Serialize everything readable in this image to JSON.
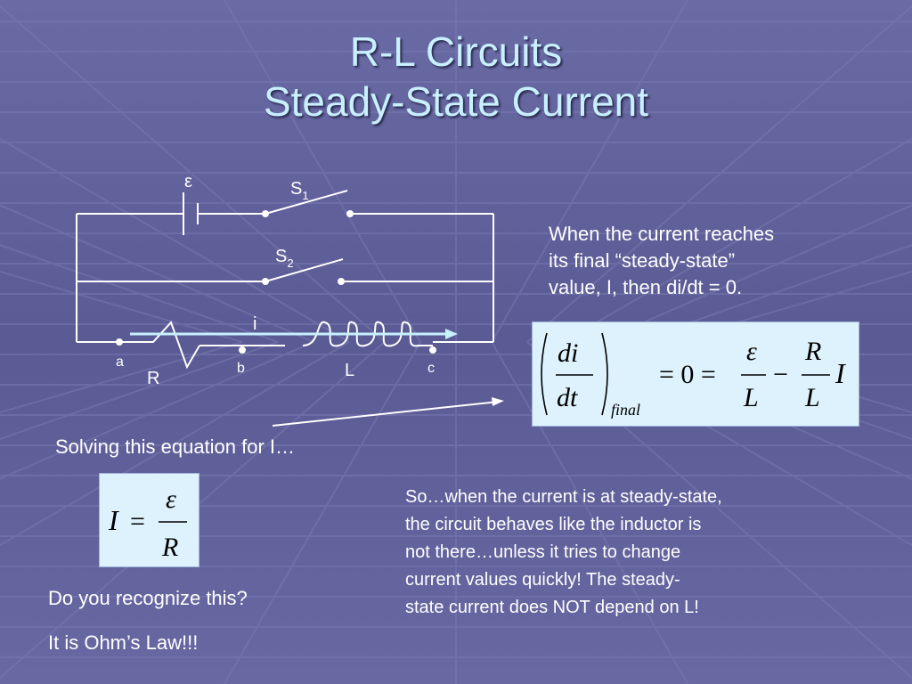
{
  "slide": {
    "title_line1": "R-L Circuits",
    "title_line2": "Steady-State Current"
  },
  "circuit": {
    "emf": "ε",
    "switch1": "S",
    "switch1_sub": "1",
    "switch2": "S",
    "switch2_sub": "2",
    "current": "i",
    "node_a": "a",
    "node_b": "b",
    "node_c": "c",
    "resistor": "R",
    "inductor": "L"
  },
  "text": {
    "steady_state_intro": [
      "When the current reaches",
      "its final “steady-state”",
      "value, I, then di/dt = 0."
    ],
    "solving": "Solving this equation for I…",
    "conclusion": [
      "So…when the current is at steady-state,",
      "the circuit behaves like the inductor is",
      "not there…unless it tries to change",
      "current values quickly!  The steady-",
      "state current does NOT depend on L!"
    ],
    "question": "Do you recognize this?",
    "answer": "It is Ohm’s Law!!!"
  },
  "equation1": {
    "di": "di",
    "dt": "dt",
    "subscript": "final",
    "eq_zero": "= 0 =",
    "emf": "ε",
    "L1": "L",
    "minus": "−",
    "R": "R",
    "L2": "L",
    "I": "I"
  },
  "equation2": {
    "I": "I",
    "equals": "=",
    "emf": "ε",
    "R": "R"
  },
  "colors": {
    "background": "#5b5b95",
    "title": "#c8f0ff",
    "equation_box": "#ddf2fc"
  }
}
